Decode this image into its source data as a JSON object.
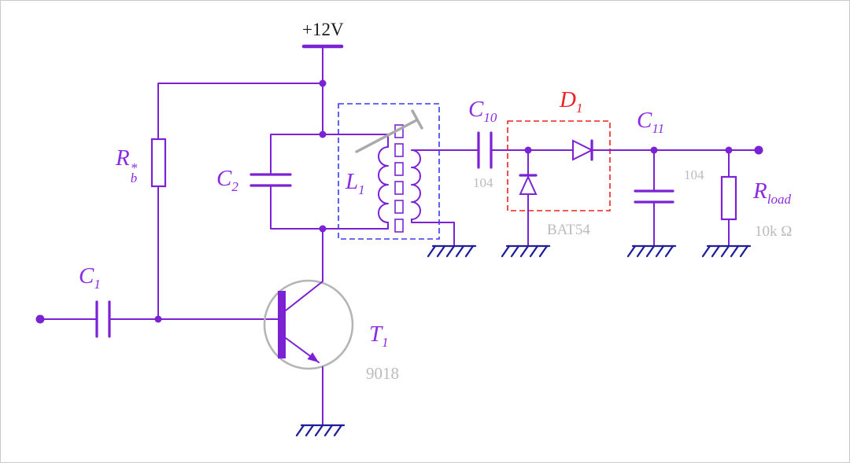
{
  "colors": {
    "wire": "#7c22d5",
    "label": "#8a2be2",
    "gray": "#bbbbbb",
    "red": "#ee2222",
    "blue": "#3a3af2",
    "ground": "#1f1f9c",
    "transistor": "#b5b5b5",
    "slug": "#a9a9a9",
    "dark": "#1b1b1b"
  },
  "labels": {
    "supply": "+12V",
    "rb": {
      "main": "R",
      "sup": "*",
      "sub": "b"
    },
    "c1": {
      "main": "C",
      "sub": "1"
    },
    "c2": {
      "main": "C",
      "sub": "2"
    },
    "l1": {
      "main": "L",
      "sub": "1"
    },
    "t1": {
      "main": "T",
      "sub": "1",
      "part": "9018"
    },
    "c10": {
      "main": "C",
      "sub": "10",
      "value": "104"
    },
    "d1": {
      "main": "D",
      "sub": "1",
      "part": "BAT54"
    },
    "c11": {
      "main": "C",
      "sub": "11",
      "value": "104"
    },
    "rload": {
      "main": "R",
      "sub": "load",
      "value": "10k Ω"
    }
  }
}
